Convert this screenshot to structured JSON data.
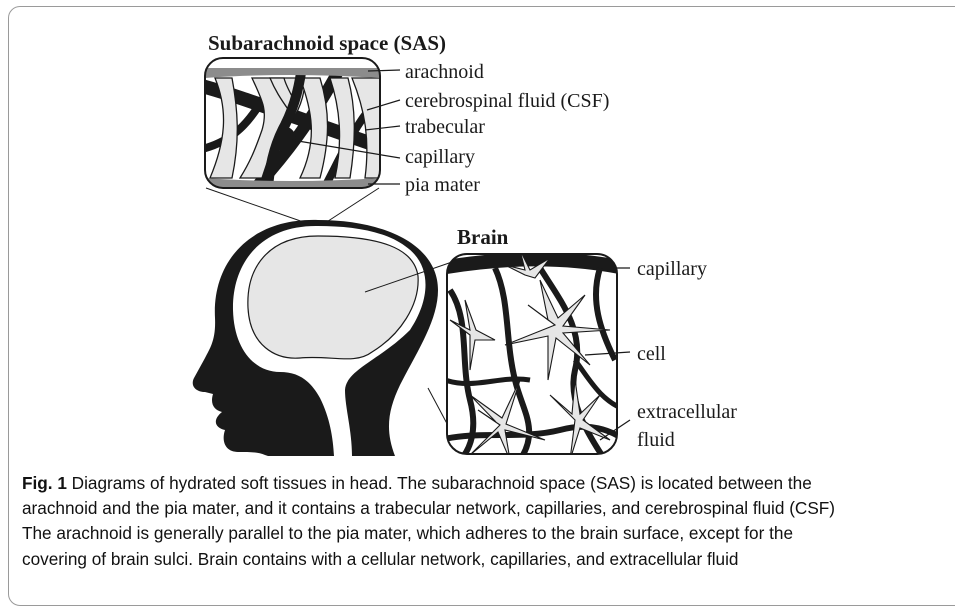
{
  "figure": {
    "sas_title": "Subarachnoid space (SAS)",
    "sas_labels": {
      "arachnoid": "arachnoid",
      "csf": "cerebrospinal fluid (CSF)",
      "trabecular": "trabecular",
      "capillary": "capillary",
      "pia_mater": "pia mater"
    },
    "brain_title": "Brain",
    "brain_labels": {
      "capillary": "capillary",
      "cell": "cell",
      "extracellular_line1": "extracellular",
      "extracellular_line2": "fluid"
    }
  },
  "caption": {
    "fig_number": "Fig. 1",
    "lines": [
      " Diagrams of hydrated soft tissues in head. The subarachnoid space (SAS) is located between the",
      "arachnoid and the pia mater, and it contains a trabecular network, capillaries, and cerebrospinal fluid (CSF)",
      "The arachnoid is generally parallel to the pia mater, which adheres to the brain surface, except for the",
      "covering of brain sulci. Brain contains with a cellular network, capillaries, and extracellular fluid"
    ]
  },
  "colors": {
    "dark": "#1a1a1a",
    "cell_fill": "#e6e6e6",
    "membrane_gray": "#8c8c8c",
    "frame_gray": "#9a9a9a"
  }
}
